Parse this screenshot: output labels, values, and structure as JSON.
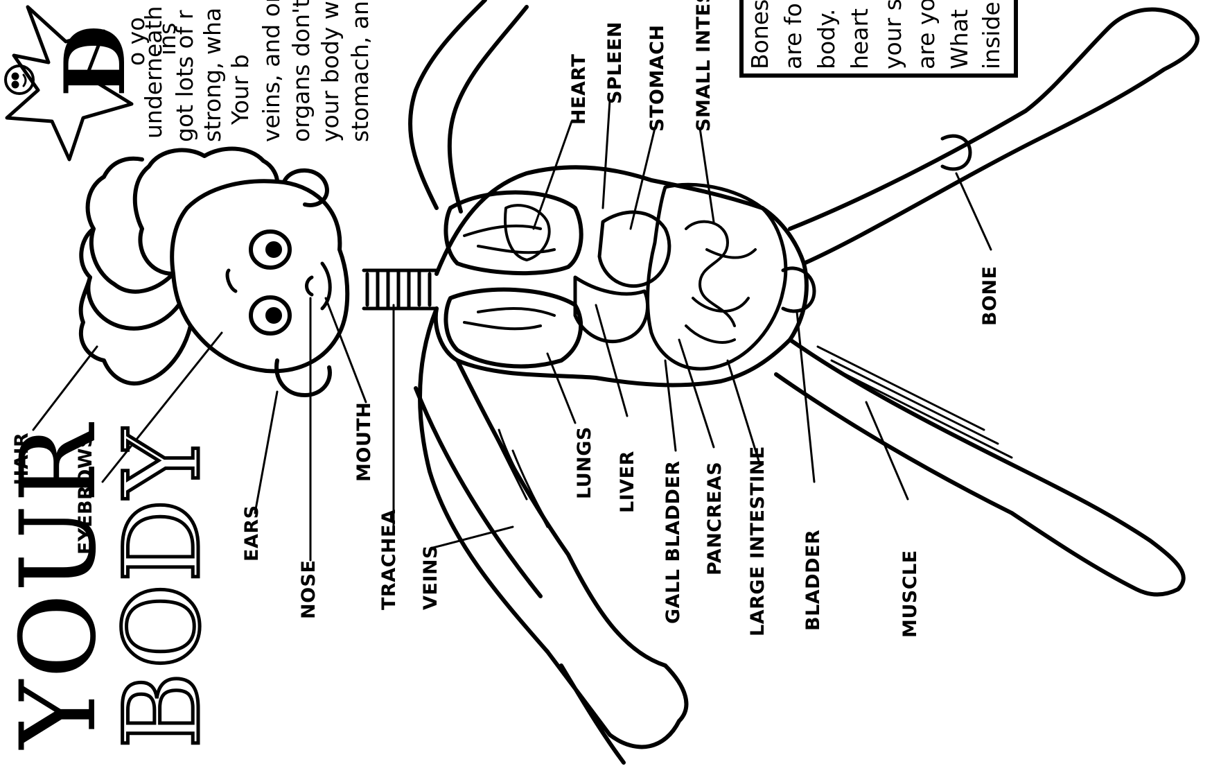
{
  "title": {
    "line1": "YOUR",
    "line2": "BODY"
  },
  "intro": {
    "dropcap": "D",
    "lines": [
      "o yo",
      "ins",
      "underneath",
      "got lots of r",
      "strong, wha",
      "Your b",
      "veins, and or",
      "organs don't",
      "your body wo",
      "stomach, and"
    ]
  },
  "infobox": {
    "lines": [
      "Bones",
      "are fo",
      "body.",
      "heart",
      "your s",
      "are yo",
      "What",
      "inside"
    ]
  },
  "labels": {
    "hair": "HAIR",
    "eyebrows": "EYEBROWS",
    "ears": "EARS",
    "nose": "NOSE",
    "mouth": "MOUTH",
    "trachea": "TRACHEA",
    "veins": "VEINS",
    "heart": "HEART",
    "spleen": "SPLEEN",
    "stomach": "STOMACH",
    "small_intestine": "SMALL INTES",
    "lungs": "LUNGS",
    "liver": "LIVER",
    "gall_bladder": "GALL BLADDER",
    "pancreas": "PANCREAS",
    "large_intestine": "LARGE INTESTINE",
    "bladder": "BLADDER",
    "muscle": "MUSCLE",
    "bone": "BONE"
  }
}
